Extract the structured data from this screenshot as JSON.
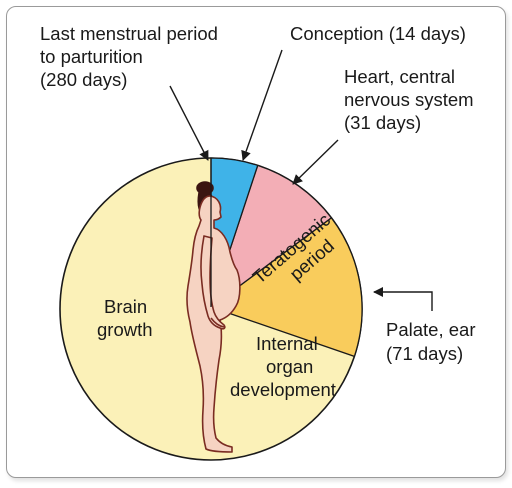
{
  "labels": {
    "lmp_line1": "Last menstrual period",
    "lmp_line2": "to parturition",
    "lmp_line3": "(280 days)",
    "conception": "Conception (14 days)",
    "heart_line1": "Heart, central",
    "heart_line2": "nervous system",
    "heart_line3": "(31 days)",
    "teratogenic_line1": "Teratogenic",
    "teratogenic_line2": "period",
    "palate_line1": "Palate, ear",
    "palate_line2": "(71 days)",
    "brain_line1": "Brain",
    "brain_line2": "growth",
    "organ_line1": "Internal",
    "organ_line2": "organ",
    "organ_line3": "development"
  },
  "colors": {
    "circle_fill": "#fbf1b8",
    "conception_wedge": "#3fb3e8",
    "heart_wedge": "#f3aeb6",
    "teratogenic_wedge": "#f9cc5c",
    "outline": "#1a1a1a",
    "figure_fill": "#f6d3c2",
    "figure_stroke": "#7a2c22"
  },
  "icons": {
    "figure": "pregnant-woman-silhouette"
  }
}
